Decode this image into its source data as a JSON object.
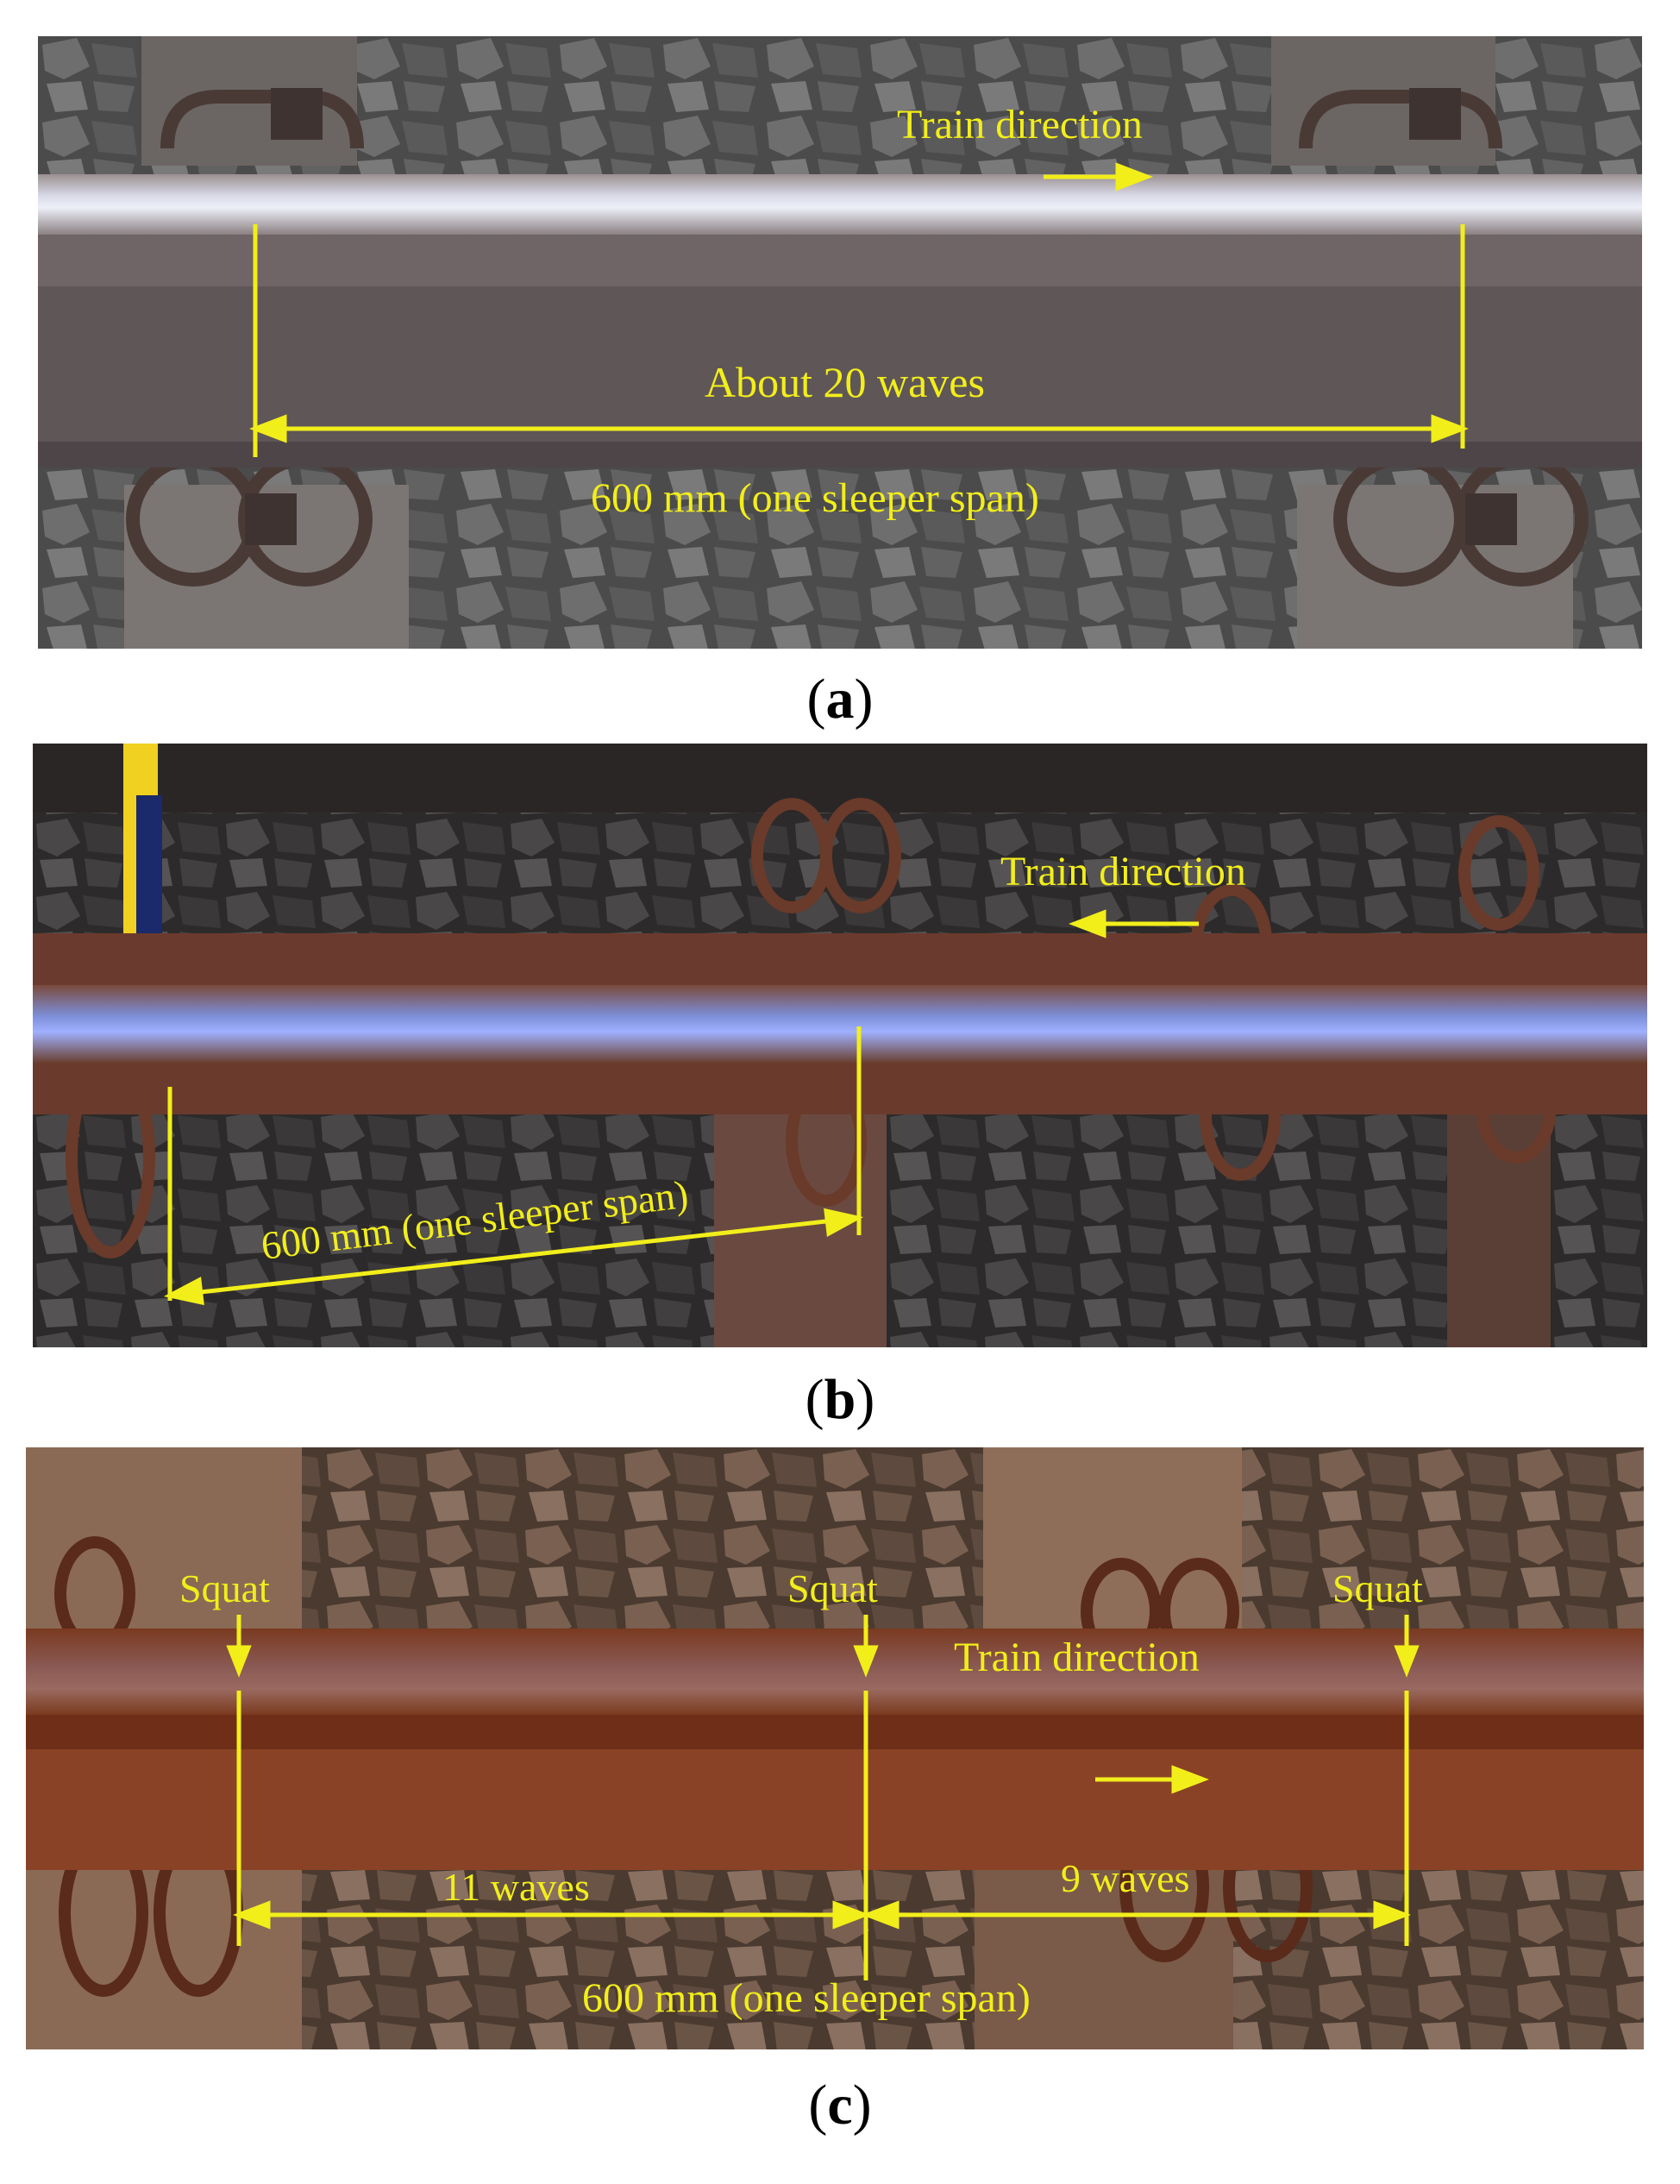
{
  "figure": {
    "annotation_color": "#f2ee1a",
    "panels": [
      {
        "id": "a",
        "caption_letter": "a",
        "labels": {
          "train_direction": "Train direction",
          "waves": "About 20 waves",
          "span": "600 mm (one sleeper span)"
        },
        "arrow_direction": "right"
      },
      {
        "id": "b",
        "caption_letter": "b",
        "labels": {
          "train_direction": "Train direction",
          "span": "600 mm (one sleeper span)"
        },
        "arrow_direction": "left"
      },
      {
        "id": "c",
        "caption_letter": "c",
        "labels": {
          "squat_1": "Squat",
          "squat_2": "Squat",
          "squat_3": "Squat",
          "train_direction": "Train direction",
          "waves_left": "11 waves",
          "waves_right": "9 waves",
          "span": "600 mm (one sleeper span)"
        },
        "arrow_direction": "right"
      }
    ]
  }
}
